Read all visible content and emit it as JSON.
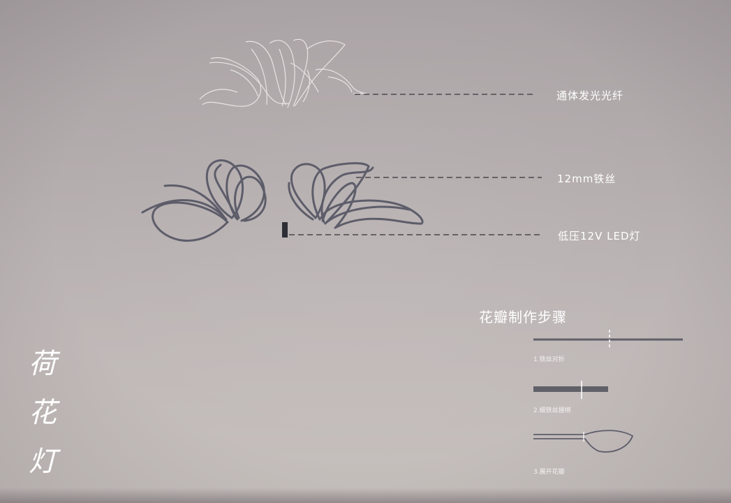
{
  "callouts": {
    "fiber": "通体发光光纤",
    "wire": "12mm铁丝",
    "led": "低压12V LED灯"
  },
  "steps": {
    "title": "花瓣制作步骤",
    "items": [
      {
        "label": "1.铁丝对折"
      },
      {
        "label": "2.细铁丝捆绑"
      },
      {
        "label": "3.展开花瓣"
      }
    ]
  },
  "vertical_title": [
    "荷",
    "花",
    "灯"
  ],
  "colors": {
    "background": "#b4adae",
    "wire": "#5a5a66",
    "dash": "#6a6468",
    "text": "#ffffff"
  }
}
